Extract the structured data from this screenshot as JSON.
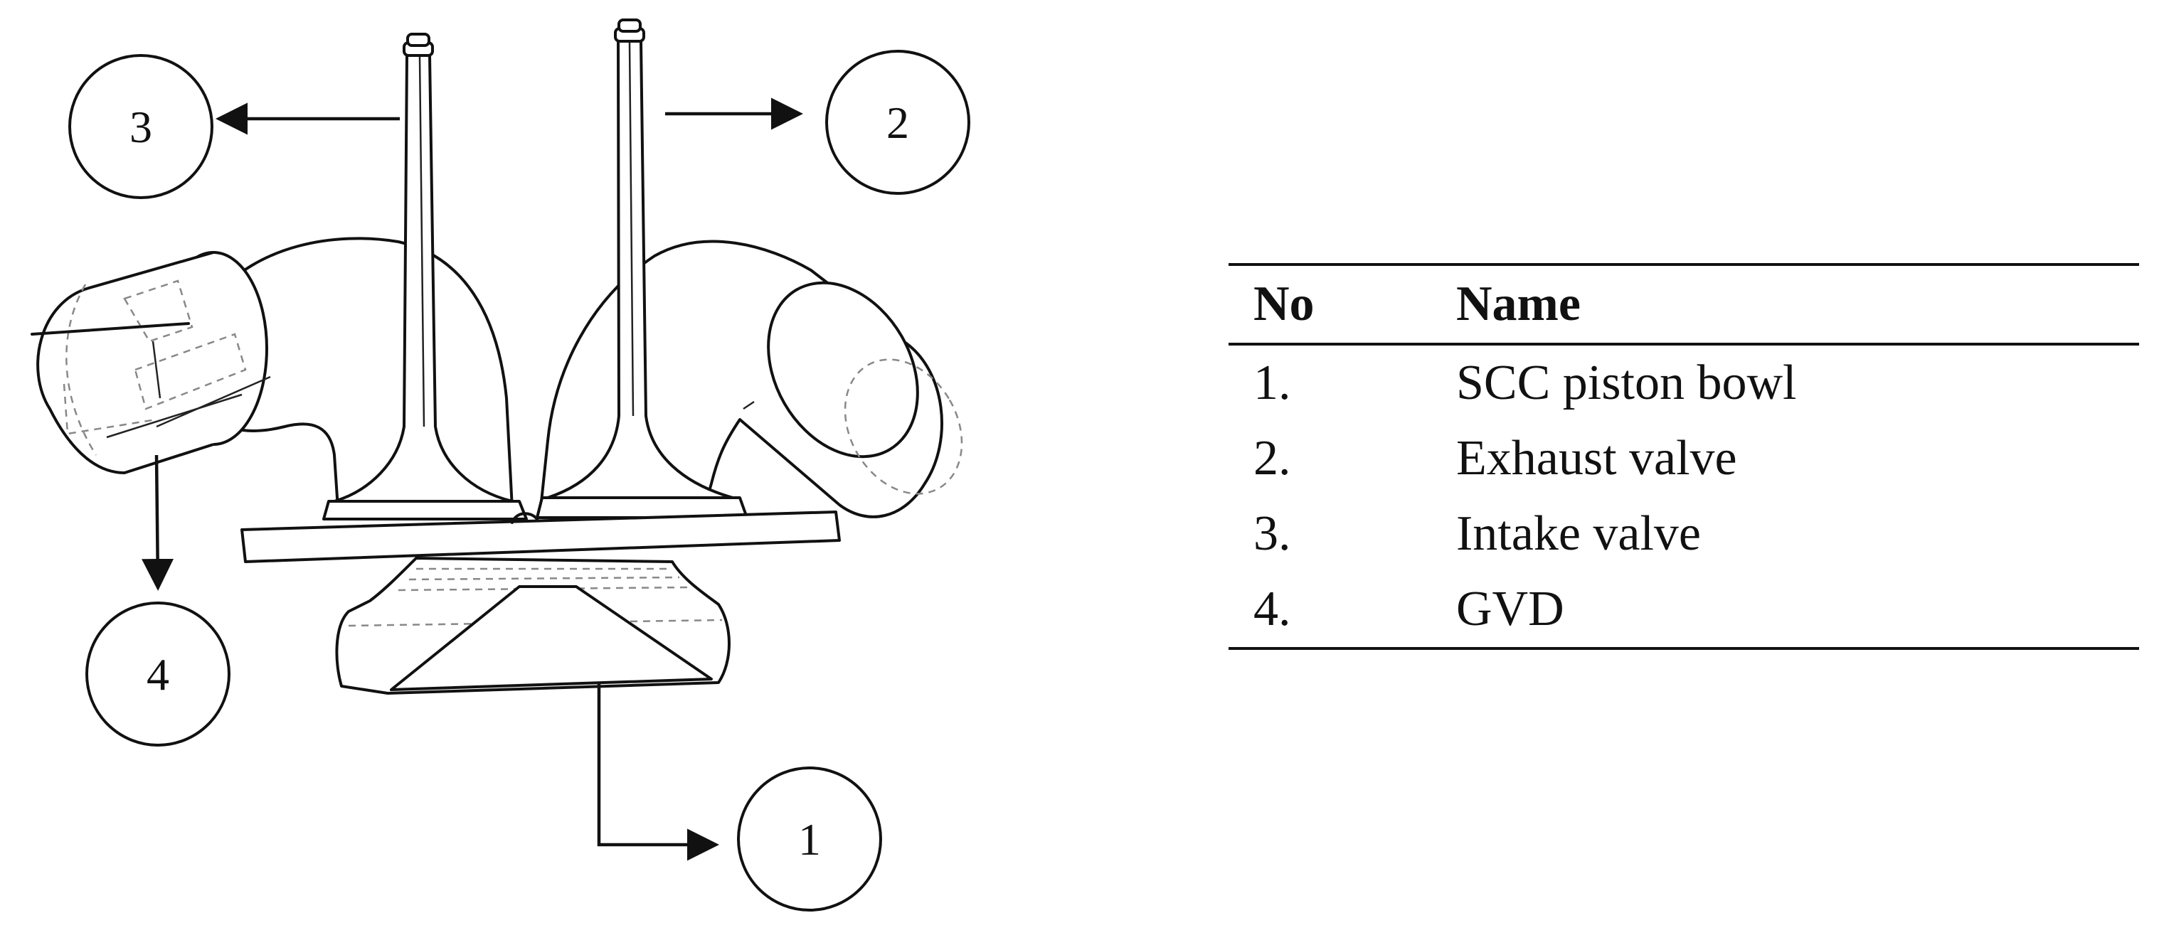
{
  "diagram": {
    "callouts": [
      {
        "id": "1",
        "label": "1"
      },
      {
        "id": "2",
        "label": "2"
      },
      {
        "id": "3",
        "label": "3"
      },
      {
        "id": "4",
        "label": "4"
      }
    ]
  },
  "legend": {
    "headers": {
      "no": "No",
      "name": "Name"
    },
    "rows": [
      {
        "no": "1.",
        "name": "SCC piston bowl"
      },
      {
        "no": "2.",
        "name": "Exhaust valve"
      },
      {
        "no": "3.",
        "name": "Intake valve"
      },
      {
        "no": "4.",
        "name": "GVD"
      }
    ]
  }
}
